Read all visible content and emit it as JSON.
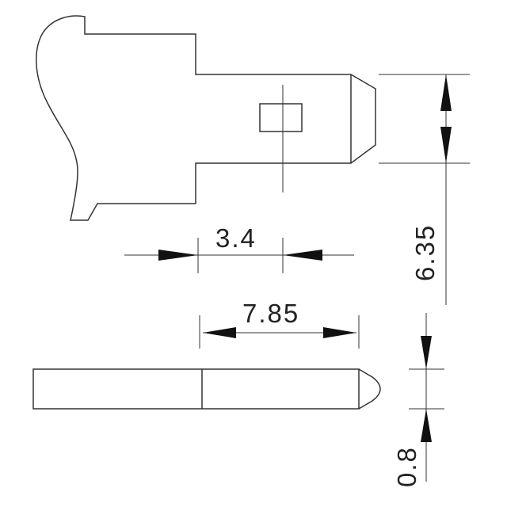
{
  "dimensions": {
    "tab_width": "6.35",
    "hole_offset": "3.4",
    "tab_length": "7.85",
    "thickness": "0.8"
  },
  "colors": {
    "line": "#333333",
    "background": "#ffffff"
  }
}
